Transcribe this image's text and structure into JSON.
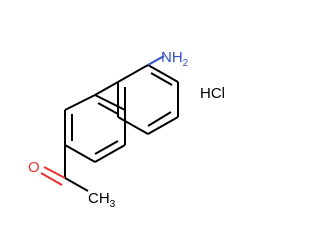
{
  "molecule": {
    "amine_label": "NH",
    "amine_subscript": "2",
    "methyl_label": "CH",
    "methyl_subscript": "3",
    "oxygen_label": "O",
    "salt_label": "HCl"
  },
  "colors": {
    "bond": "#000000",
    "nitrogen": "#3350c8",
    "oxygen": "#e8312a",
    "salt": "#000000",
    "background": "#ffffff"
  }
}
